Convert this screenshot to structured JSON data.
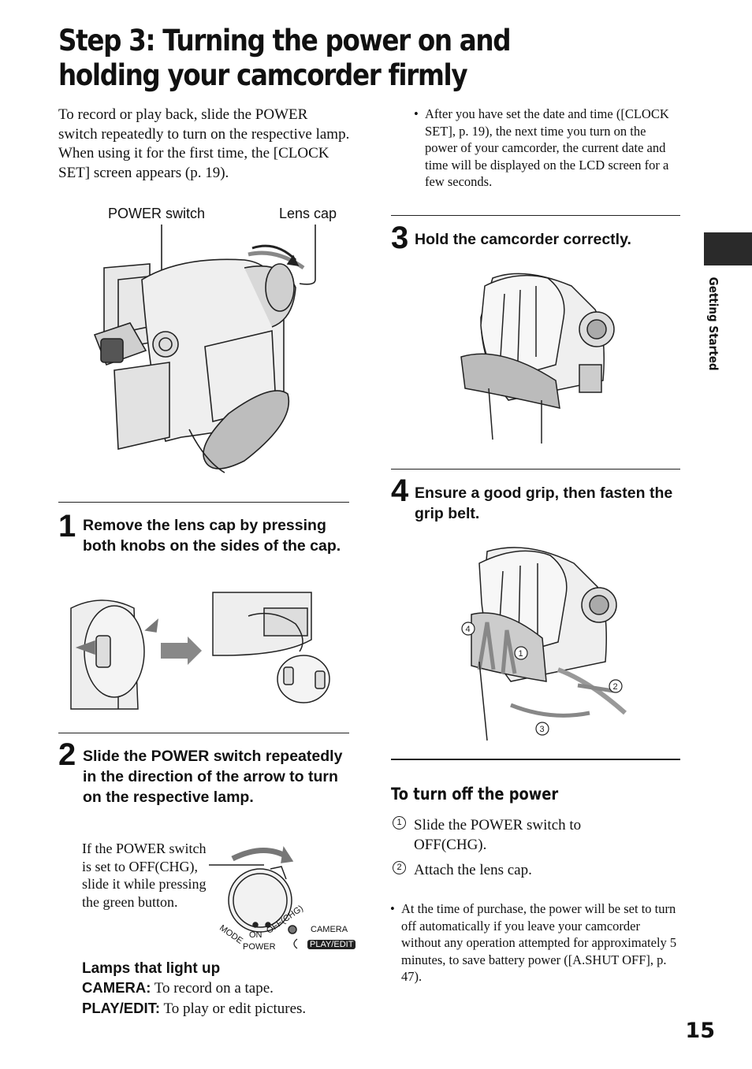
{
  "page": {
    "title": "Step 3: Turning the power on and holding your camcorder firmly",
    "intro_1": "To record or play back, slide the POWER switch repeatedly to turn on the respective lamp.",
    "intro_2": "When using it for the first time, the [CLOCK SET] screen appears (p. 19).",
    "figure_labels": {
      "power_switch": "POWER switch",
      "lens_cap": "Lens cap"
    },
    "side_tab": "Getting Started",
    "page_number": "15"
  },
  "left": {
    "step1": {
      "num": "1",
      "text": "Remove the lens cap by pressing both knobs on the sides of the cap."
    },
    "step2": {
      "num": "2",
      "text": "Slide the POWER switch repeatedly in the direction of the arrow to turn on the respective lamp."
    },
    "step2_note": "If the POWER switch is set to OFF(CHG), slide it while pressing the green button.",
    "switch_labels": {
      "mode": "MODE",
      "on": "ON",
      "off": "OFF(CHG)",
      "power": "POWER",
      "camera": "CAMERA",
      "play": "PLAY/EDIT"
    },
    "lamps_heading": "Lamps that light up",
    "lamps": [
      {
        "name": "CAMERA:",
        "desc": "To record on a tape."
      },
      {
        "name": "PLAY/EDIT:",
        "desc": "To play or edit pictures."
      }
    ]
  },
  "right": {
    "bullet_top": "After you have set the date and time ([CLOCK SET], p. 19), the next time you turn on the power of your camcorder, the current date and time will be displayed on the LCD screen for a few seconds.",
    "step3": {
      "num": "3",
      "text": "Hold the camcorder correctly."
    },
    "step4": {
      "num": "4",
      "text": "Ensure a good grip, then fasten the grip belt."
    },
    "grip_callouts": [
      "1",
      "2",
      "3",
      "4"
    ],
    "turn_off_heading": "To turn off the power",
    "turn_off_steps": [
      {
        "marker": "1",
        "text": "Slide the POWER switch to OFF(CHG)."
      },
      {
        "marker": "2",
        "text": "Attach the lens cap."
      }
    ],
    "bullet_bottom": "At the time of purchase, the power will be set to turn off automatically if you leave your camcorder without any operation attempted for approximately 5 minutes, to save battery power ([A.SHUT OFF], p. 47)."
  }
}
